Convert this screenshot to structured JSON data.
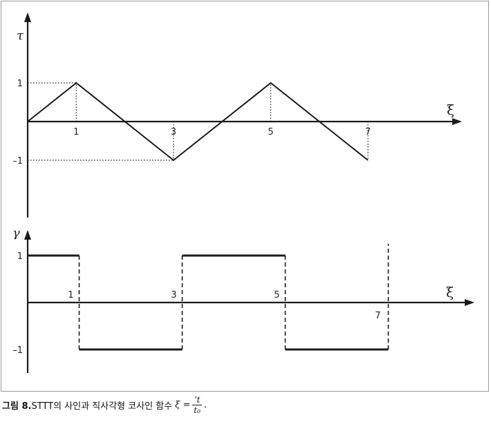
{
  "chart_data": [
    {
      "type": "line",
      "ylabel": "τ",
      "xlabel": "ξ",
      "x": [
        0,
        1,
        3,
        5,
        7
      ],
      "y": [
        0,
        1,
        -1,
        1,
        -1
      ],
      "ylim": [
        -1,
        1
      ],
      "xticks": [
        "1",
        "3",
        "5",
        "7"
      ],
      "yticks": [
        "1",
        "–1"
      ]
    },
    {
      "type": "line",
      "ylabel": "γ",
      "xlabel": "ξ",
      "segments": [
        {
          "x": [
            0,
            1
          ],
          "y": 1
        },
        {
          "x": [
            1,
            3
          ],
          "y": -1
        },
        {
          "x": [
            3,
            5
          ],
          "y": 1
        },
        {
          "x": [
            5,
            7
          ],
          "y": -1
        }
      ],
      "ylim": [
        -1,
        1
      ],
      "xticks": [
        "1",
        "3",
        "5",
        "7"
      ],
      "yticks": [
        "1",
        "–1"
      ]
    }
  ],
  "caption": {
    "prefix": "그림 8.",
    "body": "STTT의 사인과 직사각형 코사인 함수",
    "lhs": "ξ =",
    "numerator": "ʼt",
    "denominator": "t₀",
    "end": "."
  }
}
